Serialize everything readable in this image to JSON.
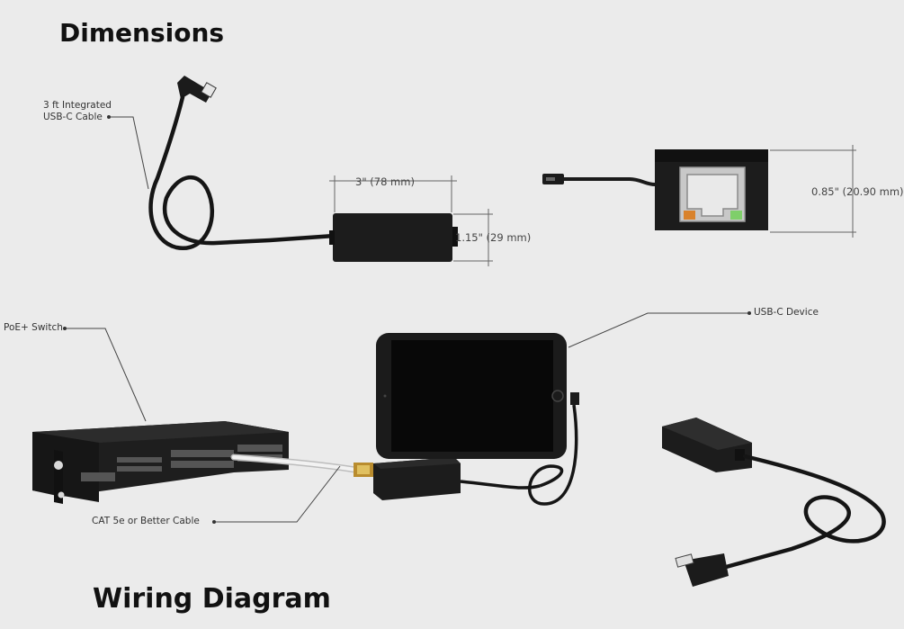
{
  "headings": {
    "dimensions": "Dimensions",
    "wiring": "Wiring Diagram"
  },
  "callouts": {
    "cable_line1": "3 ft Integrated",
    "cable_line2": "USB-C Cable",
    "poe_switch": "PoE+ Switch",
    "usbc_device": "USB-C Device",
    "cat5e": "CAT 5e or Better Cable"
  },
  "dimensions": {
    "length": "3\" (78 mm)",
    "height": "1.15\" (29 mm)",
    "depth": "0.85\" (20.90 mm)"
  },
  "colors": {
    "background": "#ebebeb",
    "device": "#1c1c1c",
    "port_orange": "#d9822b",
    "port_green": "#7fcf6a"
  }
}
